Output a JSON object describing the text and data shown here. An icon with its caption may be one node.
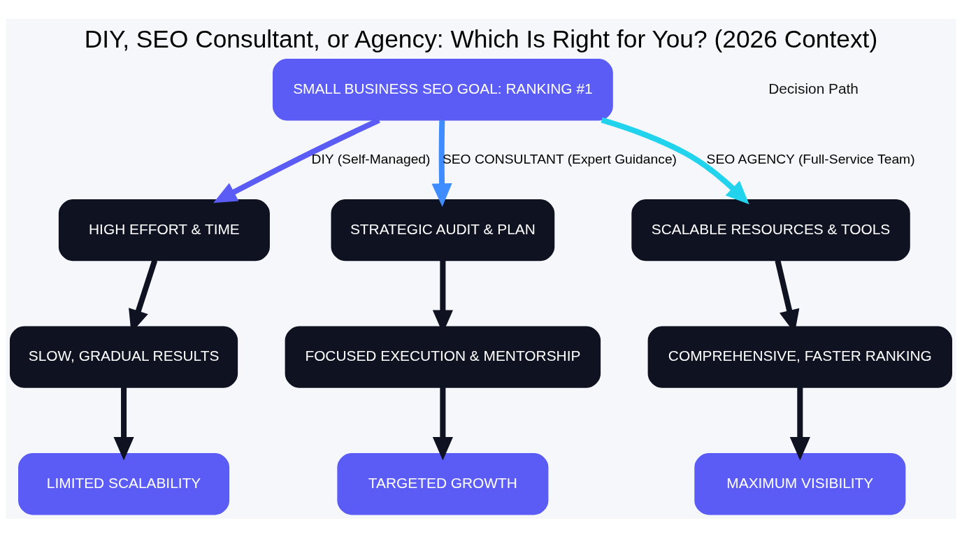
{
  "diagram": {
    "title": "DIY, SEO Consultant, or Agency: Which Is Right for You? (2026 Context)",
    "nodes": [
      {
        "text": [
          "SMALL BUSINESS SEO GOAL: RANKING #1"
        ]
      },
      {
        "text": [
          "HIGH EFFORT & TIME"
        ]
      },
      {
        "text": [
          "STRATEGIC AUDIT & PLAN"
        ]
      },
      {
        "text": [
          "SCALABLE RESOURCES & TOOLS"
        ]
      },
      {
        "text": [
          "SLOW, GRADUAL RESULTS"
        ]
      },
      {
        "text": [
          "FOCUSED EXECUTION & MENTORSHIP"
        ]
      },
      {
        "text": [
          "COMPREHENSIVE, FASTER RANKING"
        ]
      },
      {
        "text": [
          "LIMITED SCALABILITY"
        ]
      },
      {
        "text": [
          "TARGETED GROWTH"
        ]
      },
      {
        "text": [
          "MAXIMUM VISIBILITY"
        ]
      }
    ],
    "edges": [
      {
        "from": 0,
        "to": 1,
        "arrow": "to",
        "label": "DIY (Self-Managed)",
        "color": "#5b5cf6"
      },
      {
        "from": 0,
        "to": 2,
        "arrow": "to",
        "label": "SEO CONSULTANT (Expert Guidance)",
        "color": "#3f8cff"
      },
      {
        "from": 0,
        "to": 3,
        "arrow": "to",
        "label": "SEO AGENCY (Full-Service Team)",
        "color": "#22d3ee"
      },
      {
        "from": 1,
        "to": 4,
        "arrow": "to"
      },
      {
        "from": 2,
        "to": 5,
        "arrow": "to"
      },
      {
        "from": 3,
        "to": 6,
        "arrow": "to"
      },
      {
        "from": 4,
        "to": 7,
        "arrow": "to"
      },
      {
        "from": 5,
        "to": 8,
        "arrow": "to"
      },
      {
        "from": 6,
        "to": 9,
        "arrow": "to"
      }
    ],
    "labels": [
      "Decision Path"
    ]
  }
}
